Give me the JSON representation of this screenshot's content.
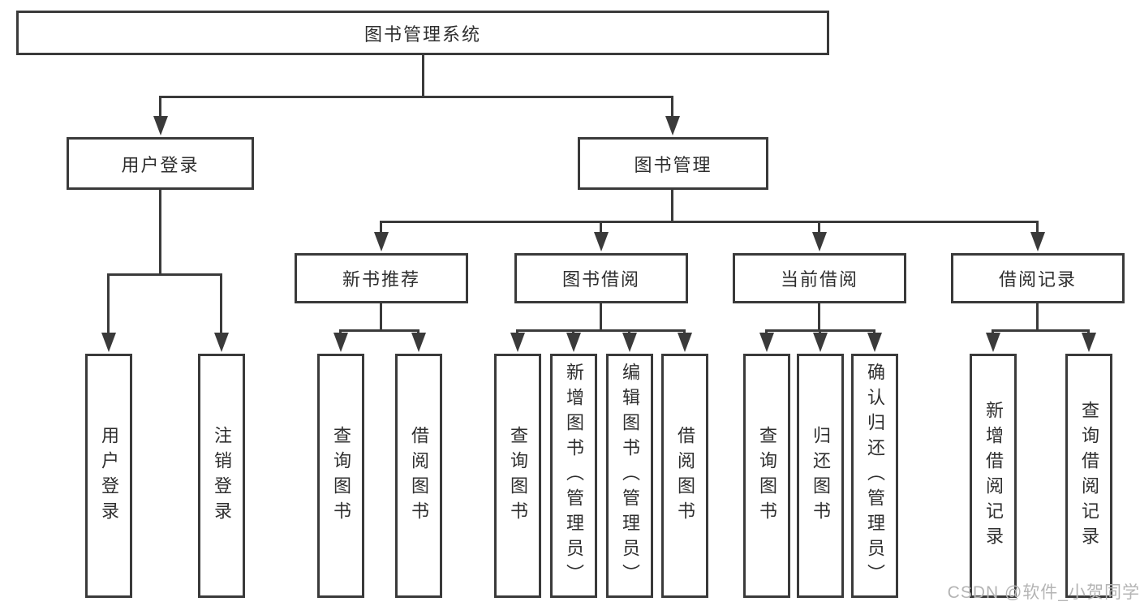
{
  "tree": {
    "root": {
      "label": "图书管理系统"
    },
    "children": [
      {
        "label": "用户登录",
        "children": [
          {
            "label": "用户登录"
          },
          {
            "label": "注销登录"
          }
        ]
      },
      {
        "label": "图书管理",
        "children": [
          {
            "label": "新书推荐",
            "children": [
              {
                "label": "查询图书"
              },
              {
                "label": "借阅图书"
              }
            ]
          },
          {
            "label": "图书借阅",
            "children": [
              {
                "label": "查询图书"
              },
              {
                "label": "新增图书（管理员）"
              },
              {
                "label": "编辑图书（管理员）"
              },
              {
                "label": "借阅图书"
              }
            ]
          },
          {
            "label": "当前借阅",
            "children": [
              {
                "label": "查询图书"
              },
              {
                "label": "归还图书"
              },
              {
                "label": "确认归还（管理员）"
              }
            ]
          },
          {
            "label": "借阅记录",
            "children": [
              {
                "label": "新增借阅记录"
              },
              {
                "label": "查询借阅记录"
              }
            ]
          }
        ]
      }
    ]
  },
  "watermark": {
    "text": "CSDN @软件_小贺同学"
  },
  "colors": {
    "line": "#3a3a3a",
    "text": "#2f2f2f",
    "watermark": "#b4b4b4"
  }
}
